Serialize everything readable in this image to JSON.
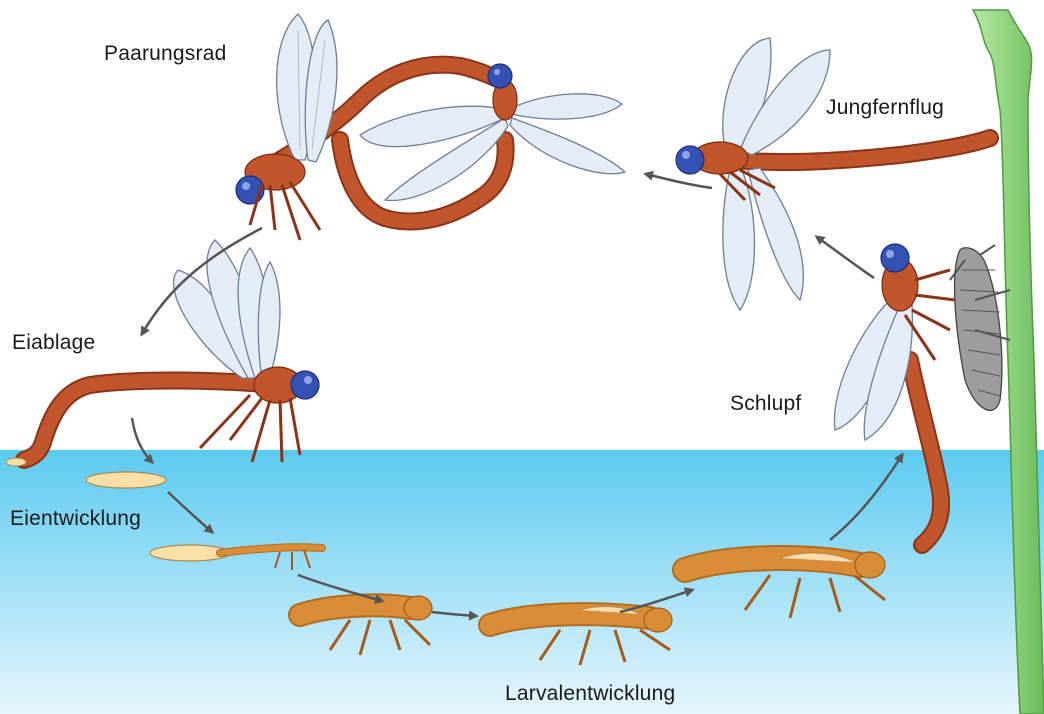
{
  "labels": {
    "mating": "Paarungsrad",
    "maiden_flight": "Jungfernflug",
    "egg_laying": "Eiablage",
    "emergence": "Schlupf",
    "egg_development": "Eientwicklung",
    "larval_development": "Larvalentwicklung"
  },
  "colors": {
    "water_top": "#5ccaf0",
    "water_bottom": "#e7f6fd",
    "plant_stem": "#8fd37c",
    "dragonfly_body": "#c1562d",
    "dragonfly_eye": "#3451b4",
    "wing": "#e4ecf6",
    "larva": "#d98c36",
    "egg": "#f8e0a6",
    "exuvia": "#9d9d9d",
    "arrow": "#555555"
  }
}
